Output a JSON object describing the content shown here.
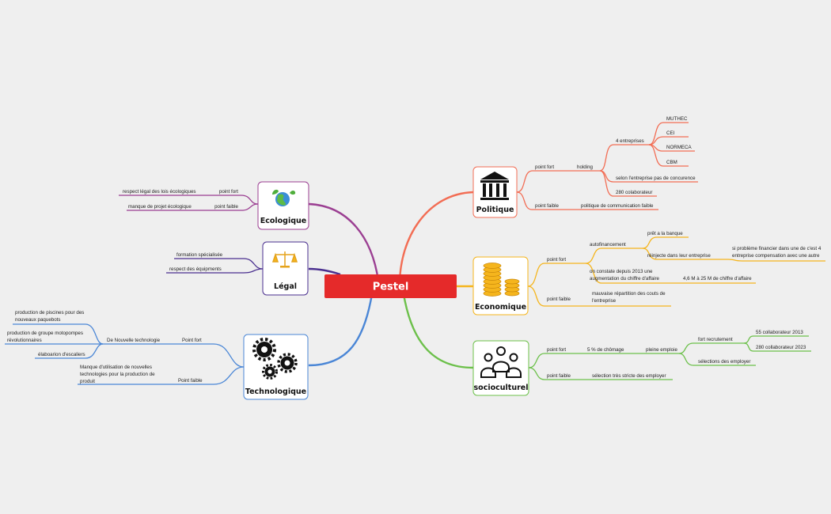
{
  "center": {
    "label": "Pestel",
    "color": "#e52a2a"
  },
  "colors": {
    "politique": "#f26d54",
    "economique": "#f5b51d",
    "socio": "#6cc04a",
    "ecologique": "#9b3f92",
    "legal": "#4a2f8f",
    "techno": "#4a86d6"
  },
  "politique": {
    "label": "Politique",
    "point_fort": "point fort",
    "holding": "holding",
    "quatre": "4 entreprises",
    "companies": [
      "MUTHEC",
      "CEI",
      "NORMECA",
      "CBM"
    ],
    "selon": "selon l'entreprise pas de concurence",
    "collab": "280 colaborateur",
    "point_faible": "point faible",
    "politique_faible": "politique de communication faible"
  },
  "economique": {
    "label": "Economique",
    "point_fort": "point fort",
    "autofin": "autofinancement",
    "pret": "prêt a la banque",
    "reinjecte": "réinjecte dans leur entreprise",
    "si_probleme_1": "si problème financier dans une de c'est 4",
    "si_probleme_2": "entreprise compensation avec une autre",
    "constate_1": "on constate depuis 2013 une",
    "constate_2": "augmentation du chiffre d'affaire",
    "ca": "4,6 M à 25 M de chiffre d'affaire",
    "point_faible": "point faible",
    "mauvaise_1": "mauvaise répartition des couts  de",
    "mauvaise_2": "l'entreprise"
  },
  "socio": {
    "label": "socioculturel",
    "point_fort": "point fort",
    "chomage": "5 % de chômage",
    "pleine": "pleine emploie",
    "fort_recr": "fort recrutement",
    "c2013": "55 collaborateur 2013",
    "c2023": "280 collaborateur 2023",
    "selections": "sélections  des employer",
    "point_faible": "point faible",
    "selection_stricte": "sélection très stricte des employer"
  },
  "ecologique": {
    "label": "Ecologique",
    "point_fort": "point fort",
    "respect": "respect légal des lois écologiques",
    "point_faible": "point faible",
    "manque": "manque de projet écologique"
  },
  "legal": {
    "label": "Légal",
    "formation": "formation spécialisée",
    "respect": "respect des équipments"
  },
  "techno": {
    "label": "Technologique",
    "point_fort": "Point fort",
    "nouvelle": "De Nouvelle technologie",
    "piscines_1": "production de piscines pour des",
    "piscines_2": "nouveaux paquebots",
    "groupe_1": "production de groupe motopompes",
    "groupe_2": "révolutionnaires",
    "escaliers": "élaboarion d'escaliers",
    "point_faible": "Point faible",
    "manque_1": "Manque d'utilisation de nouvelles",
    "manque_2": "technologies pour la production de",
    "manque_3": "produit"
  }
}
